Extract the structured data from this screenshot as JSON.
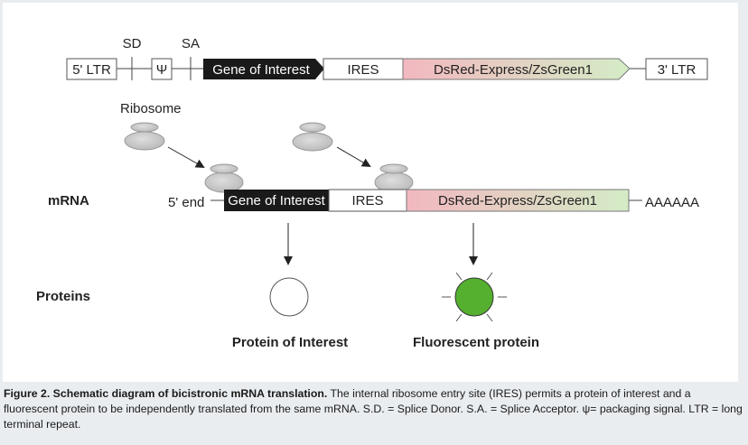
{
  "vector": {
    "sd_label": "SD",
    "sa_label": "SA",
    "ltr5": "5' LTR",
    "psi": "Ψ",
    "gene": "Gene of Interest",
    "ires": "IRES",
    "reporter": "DsRed-Express/ZsGreen1",
    "ltr3": "3' LTR"
  },
  "ribosome_label": "Ribosome",
  "mrna": {
    "row_label": "mRNA",
    "five_end": "5' end",
    "gene": "Gene of Interest",
    "ires": "IRES",
    "reporter": "DsRed-Express/ZsGreen1",
    "polya": "AAAAAA"
  },
  "proteins": {
    "row_label": "Proteins",
    "interest_label": "Protein of Interest",
    "fluorescent_label": "Fluorescent protein"
  },
  "caption": {
    "bold": "Figure 2. Schematic diagram of bicistronic mRNA translation.",
    "body": " The internal ribosome entry site (IRES) permits a protein of interest and a fluorescent protein to be independently translated from the same mRNA. S.D. = Splice Donor. S.A. = Splice Acceptor. ψ= packaging signal. LTR = long terminal repeat."
  },
  "colors": {
    "gene_fill": "#1a1a1a",
    "reporter_start": "#f2b8c0",
    "reporter_end": "#d4ecc6",
    "fluorescent_protein": "#55b030",
    "ribosome": "#c9c9c9"
  }
}
